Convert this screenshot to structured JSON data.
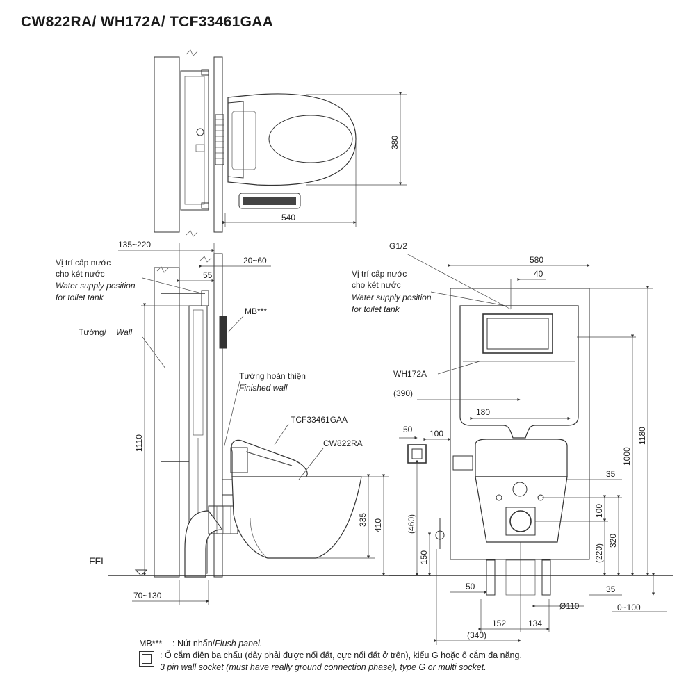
{
  "title": "CW822RA/ WH172A/ TCF33461GAA",
  "top_view": {
    "dims": {
      "width": "540",
      "depth": "380"
    }
  },
  "side_view": {
    "dims": {
      "wall_offset": "135~220",
      "finish_offset": "20~60",
      "supply_offset": "55",
      "height_total": "1110",
      "seat_height": "410",
      "bowl_height": "335",
      "pipe_offset": "70~130"
    },
    "labels": {
      "water_supply_vi_1": "Vị trí cấp nước",
      "water_supply_vi_2": "cho két nước",
      "water_supply_en_1": "Water supply position",
      "water_supply_en_2": "for toilet tank",
      "wall_vi": "Tường/",
      "wall_en": "Wall",
      "mb": "MB***",
      "finished_vi": "Tường hoàn thiện",
      "finished_en": "Finished wall",
      "seat_model": "TCF33461GAA",
      "bowl_model": "CW822RA",
      "ffl": "FFL"
    }
  },
  "front_view": {
    "dims": {
      "g12": "G1/2",
      "width": "580",
      "supply_shift": "40",
      "socket_offset": "(390)",
      "socket_w": "50",
      "socket_gap": "100",
      "center_w": "180",
      "h_1180": "1180",
      "h_1000": "1000",
      "h_35_top": "35",
      "h_100": "100",
      "h_320": "320",
      "h_220": "(220)",
      "h_460": "(460)",
      "h_150": "150",
      "w_50": "50",
      "h_35_bottom": "35",
      "pipe_dia": "Ø110",
      "range_0_100": "0~100",
      "w_152": "152",
      "w_134": "134",
      "w_340": "(340)"
    },
    "labels": {
      "water_supply_vi_1": "Vị trí cấp nước",
      "water_supply_vi_2": "cho két nước",
      "water_supply_en_1": "Water supply position",
      "water_supply_en_2": "for toilet tank",
      "frame_model": "WH172A"
    }
  },
  "legend": {
    "mb_key": "MB***",
    "mb_text_vi": ": Nút nhấn/ ",
    "mb_text_en": "Flush panel.",
    "socket_text_vi": ": Ổ cắm điện ba chấu (dây phải được nối đất, cực nối đất ở trên), kiểu G hoặc ổ cắm đa năng.",
    "socket_text_en": "3 pin wall socket (must have really ground connection phase), type G or multi socket."
  },
  "colors": {
    "line": "#333333",
    "hatch": "#666666"
  }
}
